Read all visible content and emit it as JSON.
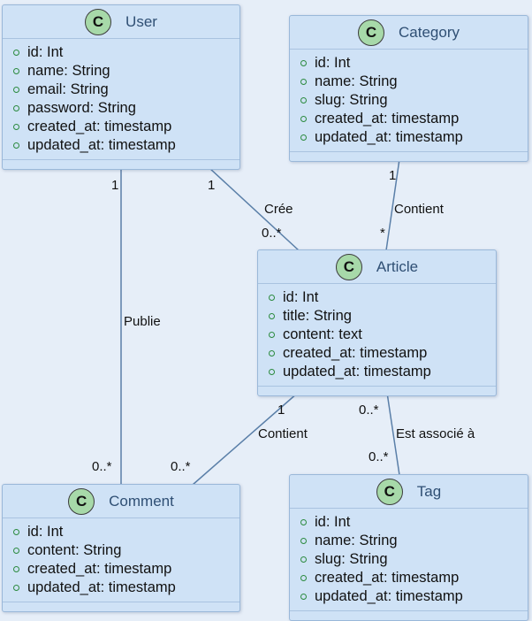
{
  "classes": {
    "user": {
      "name": "User",
      "badge": "C",
      "attributes": [
        "id: Int",
        "name: String",
        "email: String",
        "password: String",
        "created_at: timestamp",
        "updated_at: timestamp"
      ]
    },
    "category": {
      "name": "Category",
      "badge": "C",
      "attributes": [
        "id: Int",
        "name: String",
        "slug: String",
        "created_at: timestamp",
        "updated_at: timestamp"
      ]
    },
    "article": {
      "name": "Article",
      "badge": "C",
      "attributes": [
        "id: Int",
        "title: String",
        "content: text",
        "created_at: timestamp",
        "updated_at: timestamp"
      ]
    },
    "comment": {
      "name": "Comment",
      "badge": "C",
      "attributes": [
        "id: Int",
        "content: String",
        "created_at: timestamp",
        "updated_at: timestamp"
      ]
    },
    "tag": {
      "name": "Tag",
      "badge": "C",
      "attributes": [
        "id: Int",
        "name: String",
        "slug: String",
        "created_at: timestamp",
        "updated_at: timestamp"
      ]
    }
  },
  "relations": {
    "user_article": {
      "label": "Crée",
      "from_mult": "1",
      "to_mult": "0..*"
    },
    "user_comment": {
      "label": "Publie",
      "from_mult": "1",
      "to_mult": "0..*"
    },
    "category_article": {
      "label": "Contient",
      "from_mult": "1",
      "to_mult": "*"
    },
    "article_comment": {
      "label": "Contient",
      "from_mult": "1",
      "to_mult": "0..*"
    },
    "article_tag": {
      "label": "Est associé à",
      "from_mult": "0..*",
      "to_mult": "0..*"
    }
  },
  "colors": {
    "background": "#e6eef8",
    "class_fill": "#cfe2f6",
    "class_border": "#9ab8d9",
    "badge_fill": "#a7d9a9",
    "class_name": "#2f4f74",
    "attribute_dot": "#2b8a3e",
    "link": "#5a7fa8"
  }
}
